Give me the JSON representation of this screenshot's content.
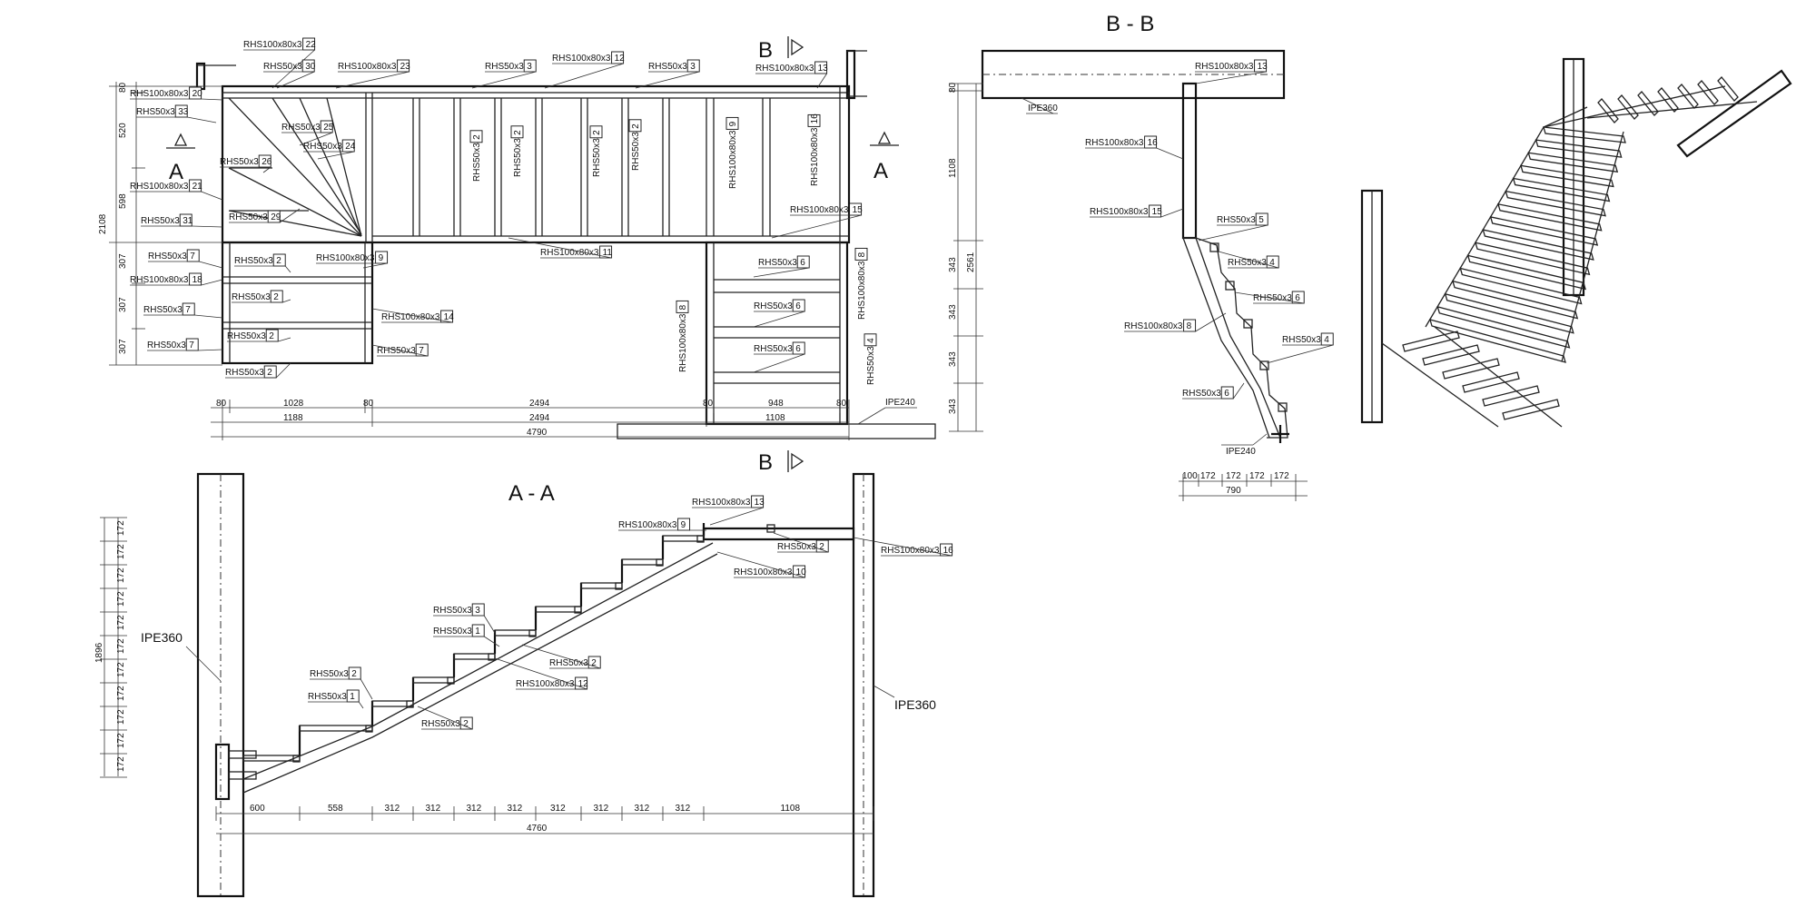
{
  "views": {
    "section_aa": "A - A",
    "section_bb": "B - B",
    "marker_a": "A",
    "marker_b": "B"
  },
  "elevation": {
    "labels": [
      {
        "t": "RHS100x80x3",
        "n": "22"
      },
      {
        "t": "RHS50x3",
        "n": "30"
      },
      {
        "t": "RHS100x80x3",
        "n": "23"
      },
      {
        "t": "RHS50x3",
        "n": "3"
      },
      {
        "t": "RHS100x80x3",
        "n": "12"
      },
      {
        "t": "RHS50x3",
        "n": "3"
      },
      {
        "t": "RHS100x80x3",
        "n": "13"
      },
      {
        "t": "RHS100x80x3",
        "n": "20"
      },
      {
        "t": "RHS50x3",
        "n": "33"
      },
      {
        "t": "RHS50x3",
        "n": "25"
      },
      {
        "t": "RHS50x3",
        "n": "24"
      },
      {
        "t": "RHS50x3",
        "n": "26"
      },
      {
        "t": "RHS100x80x3",
        "n": "21"
      },
      {
        "t": "RHS50x3",
        "n": "31"
      },
      {
        "t": "RHS50x3",
        "n": "29"
      },
      {
        "t": "RHS50x3",
        "n": "7"
      },
      {
        "t": "RHS50x3",
        "n": "2"
      },
      {
        "t": "RHS100x80x3",
        "n": "9"
      },
      {
        "t": "RHS100x80x3",
        "n": "18"
      },
      {
        "t": "RHS50x3",
        "n": "2"
      },
      {
        "t": "RHS100x80x3",
        "n": "14"
      },
      {
        "t": "RHS50x3",
        "n": "7"
      },
      {
        "t": "RHS50x3",
        "n": "7"
      },
      {
        "t": "RHS50x3",
        "n": "2"
      },
      {
        "t": "RHS50x3",
        "n": "7"
      },
      {
        "t": "RHS50x3",
        "n": "2"
      },
      {
        "t": "RHS100x80x3",
        "n": "11"
      },
      {
        "t": "RHS100x80x3",
        "n": "15"
      },
      {
        "t": "RHS50x3",
        "n": "6"
      },
      {
        "t": "RHS50x3",
        "n": "6"
      },
      {
        "t": "RHS50x3",
        "n": "6"
      },
      {
        "t": "RHS100x80x3",
        "n": "8"
      },
      {
        "t": "RHS50x3",
        "n": "4"
      }
    ],
    "vertical_labels": [
      {
        "t": "RHS50x3",
        "n": "2"
      },
      {
        "t": "RHS50x3",
        "n": "2"
      },
      {
        "t": "RHS50x3",
        "n": "2"
      },
      {
        "t": "RHS50x3",
        "n": "2"
      },
      {
        "t": "RHS100x80x3",
        "n": "9"
      },
      {
        "t": "RHS100x80x3",
        "n": "16"
      },
      {
        "t": "RHS100x80x3",
        "n": "8"
      },
      {
        "t": "RHS100x80x3",
        "n": "8"
      },
      {
        "t": "RHS50x3",
        "n": "4"
      }
    ],
    "left_dims": [
      "80",
      "520",
      "598",
      "2108",
      "307",
      "307",
      "307"
    ],
    "bottom_dims_1": [
      "80",
      "1028",
      "80",
      "2494",
      "80",
      "948",
      "80"
    ],
    "bottom_dims_2": [
      "1188",
      "2494",
      "1108"
    ],
    "bottom_total": "4790",
    "ipe": "IPE240"
  },
  "section_bb": {
    "labels": [
      {
        "t": "RHS100x80x3",
        "n": "13"
      },
      {
        "t": "RHS100x80x3",
        "n": "16"
      },
      {
        "t": "RHS100x80x3",
        "n": "15"
      },
      {
        "t": "RHS50x3",
        "n": "5"
      },
      {
        "t": "RHS50x3",
        "n": "4"
      },
      {
        "t": "RHS50x3",
        "n": "6"
      },
      {
        "t": "RHS100x80x3",
        "n": "8"
      },
      {
        "t": "RHS50x3",
        "n": "4"
      },
      {
        "t": "RHS50x3",
        "n": "6"
      }
    ],
    "ipe_top": "IPE360",
    "ipe_bottom": "IPE240",
    "right_dims": [
      "80",
      "1108",
      "343",
      "343",
      "343",
      "343"
    ],
    "right_total": "2561",
    "bottom_dims": [
      "100",
      "172",
      "172",
      "172",
      "172"
    ],
    "bottom_total": "790"
  },
  "section_aa": {
    "labels": [
      {
        "t": "RHS100x80x3",
        "n": "13"
      },
      {
        "t": "RHS100x80x3",
        "n": "9"
      },
      {
        "t": "RHS50x3",
        "n": "2"
      },
      {
        "t": "RHS100x80x3",
        "n": "16"
      },
      {
        "t": "RHS100x80x3",
        "n": "10"
      },
      {
        "t": "RHS50x3",
        "n": "3"
      },
      {
        "t": "RHS50x3",
        "n": "1"
      },
      {
        "t": "RHS50x3",
        "n": "2"
      },
      {
        "t": "RHS100x80x3",
        "n": "12"
      },
      {
        "t": "RHS50x3",
        "n": "2"
      },
      {
        "t": "RHS50x3",
        "n": "1"
      },
      {
        "t": "RHS50x3",
        "n": "2"
      }
    ],
    "ipe_left": "IPE360",
    "ipe_right": "IPE360",
    "left_dims": [
      "172",
      "172",
      "172",
      "172",
      "172",
      "172",
      "172",
      "172",
      "172",
      "172",
      "172"
    ],
    "left_total": "1896",
    "bottom_dims": [
      "600",
      "558",
      "312",
      "312",
      "312",
      "312",
      "312",
      "312",
      "312",
      "312",
      "1108"
    ],
    "bottom_total": "4760"
  }
}
